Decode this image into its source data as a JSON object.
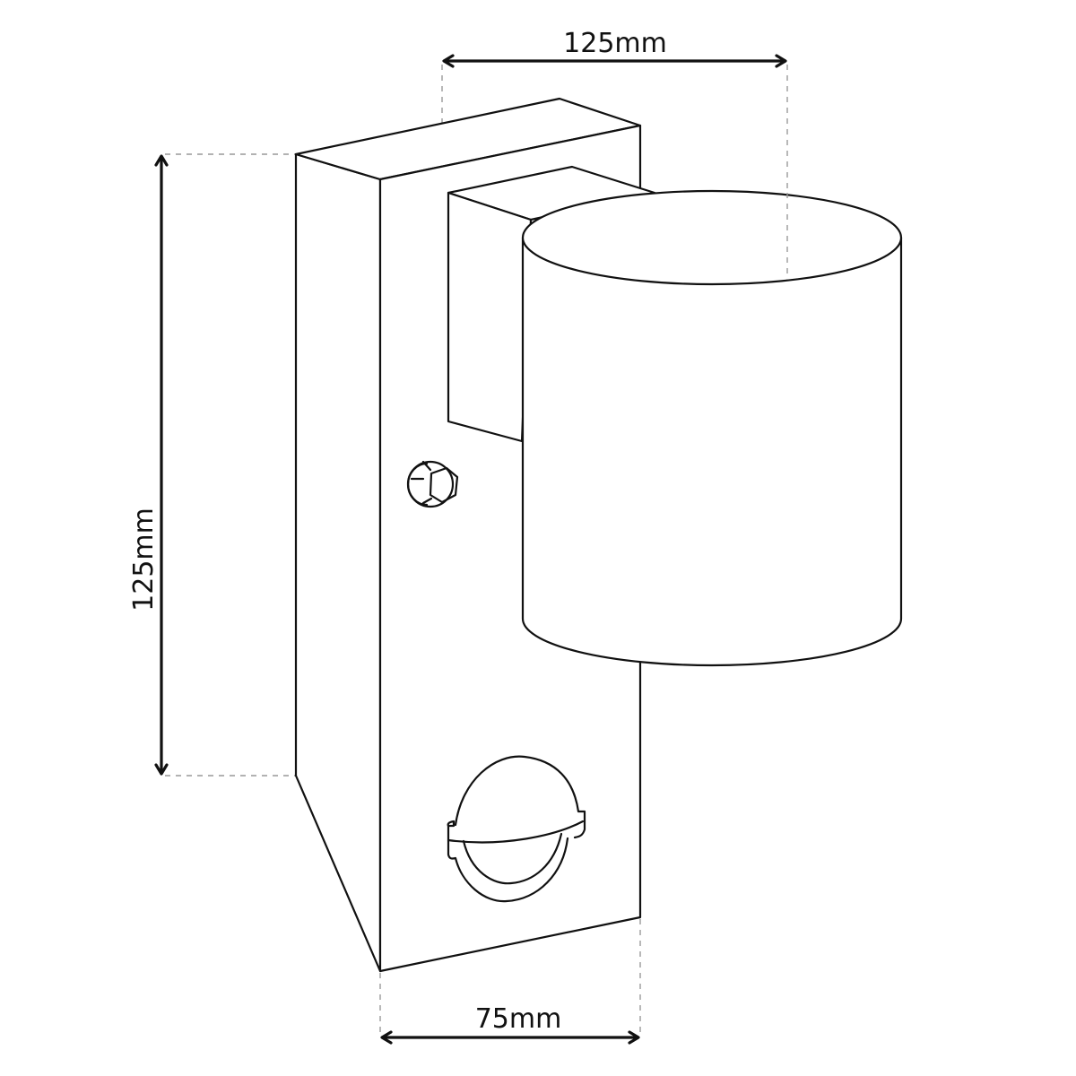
{
  "diagram": {
    "subject": "Wall light with PIR motion sensor (technical line drawing)",
    "dimensions": {
      "width_top": {
        "label": "125mm"
      },
      "height_left": {
        "label": "125mm"
      },
      "depth_bottom": {
        "label": "75mm"
      }
    },
    "parts": [
      {
        "name": "backplate"
      },
      {
        "name": "mounting-arm"
      },
      {
        "name": "cylinder-lamp-head"
      },
      {
        "name": "adjustment-screw"
      },
      {
        "name": "pir-sensor"
      }
    ],
    "colors": {
      "line": "#111111",
      "guide": "#999999",
      "background": "#ffffff"
    }
  }
}
